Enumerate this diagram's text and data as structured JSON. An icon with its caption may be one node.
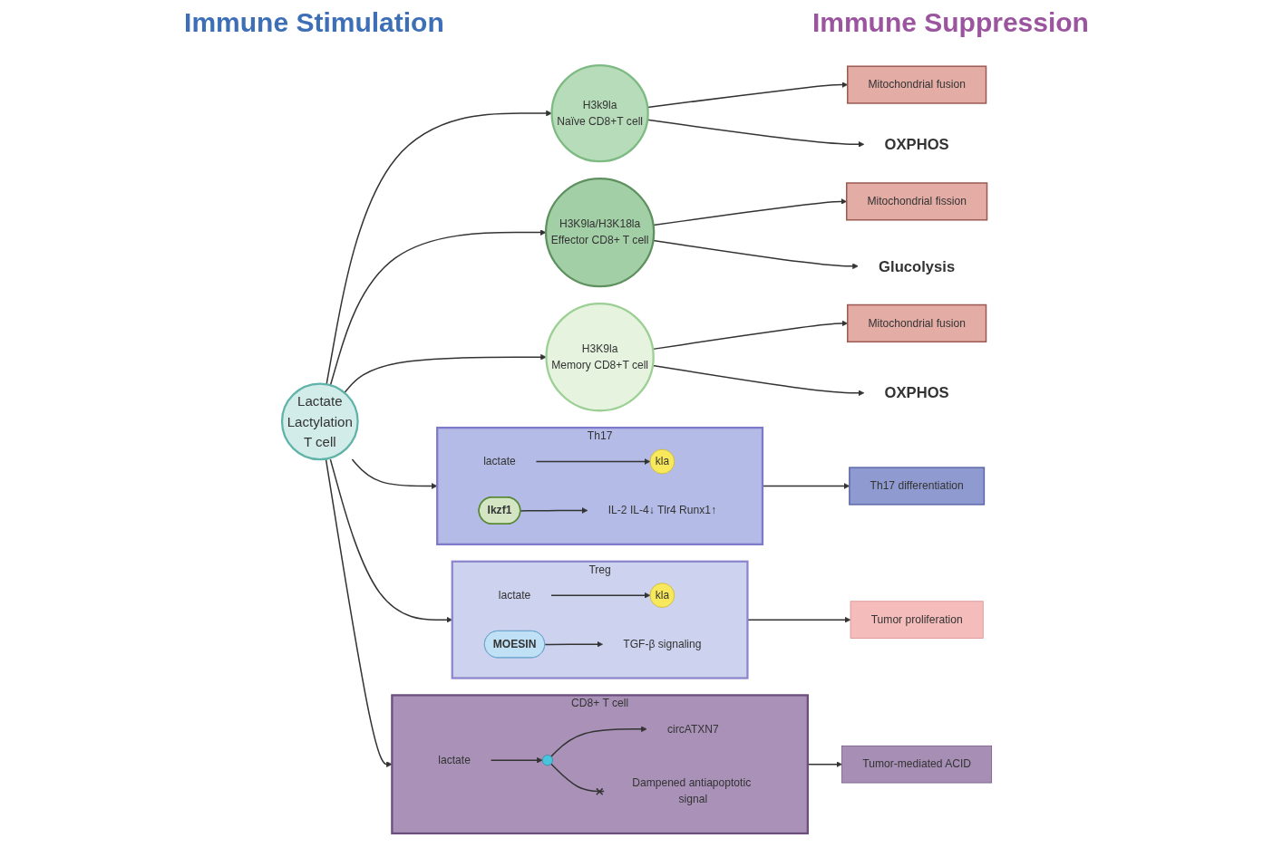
{
  "diagram": {
    "nodes": [
      {
        "text": [
          "Lactate",
          "Lactylation",
          "T cell"
        ]
      },
      {
        "text": [
          "H3k9la",
          "Naïve CD8+T cell"
        ]
      },
      {
        "text": [
          "Mitochondrial fusion"
        ]
      },
      {
        "text": [
          "OXPHOS"
        ]
      },
      {
        "text": [
          "H3K9la/H3K18la",
          "Effector CD8+ T cell"
        ]
      },
      {
        "text": [
          "Mitochondrial fission"
        ]
      },
      {
        "text": [
          "Glucolysis"
        ]
      },
      {
        "text": [
          "H3K9la",
          "Memory CD8+T cell"
        ]
      },
      {
        "text": [
          "Mitochondrial fusion"
        ]
      },
      {
        "text": [
          "OXPHOS"
        ]
      },
      {
        "text": [
          "Th17"
        ]
      },
      {
        "text": [
          "lactate"
        ],
        "in": 10
      },
      {
        "text": [
          "kla"
        ],
        "in": 10
      },
      {
        "text": [
          "Ikzf1"
        ],
        "in": 10
      },
      {
        "text": [
          "IL-2 IL-4↓ Tlr4 Runx1↑"
        ],
        "in": 10
      },
      {
        "text": [
          "Th17 differentiation"
        ]
      },
      {
        "text": [
          "Treg"
        ]
      },
      {
        "text": [
          "lactate"
        ],
        "in": 16
      },
      {
        "text": [
          "kla"
        ],
        "in": 16
      },
      {
        "text": [
          "MOESIN"
        ],
        "in": 16
      },
      {
        "text": [
          "TGF-β signaling"
        ],
        "in": 16
      },
      {
        "text": [
          "Tumor proliferation"
        ]
      },
      {
        "text": [
          "CD8+ T cell"
        ]
      },
      {
        "text": [
          "lactate"
        ],
        "in": 22
      },
      {
        "text": [],
        "shape": "circle",
        "in": 22
      },
      {
        "text": [
          "circATXN7"
        ],
        "in": 22
      },
      {
        "text": [
          "Dampened antiapoptotic signal"
        ],
        "in": 22
      },
      {
        "text": [
          "Tumor-mediated ACID"
        ]
      }
    ],
    "edges": [
      {
        "from": 0,
        "to": 1,
        "arrow": "to"
      },
      {
        "from": 0,
        "to": 4,
        "arrow": "to"
      },
      {
        "from": 0,
        "to": 7,
        "arrow": "to"
      },
      {
        "from": 0,
        "to": 10,
        "arrow": "to"
      },
      {
        "from": 0,
        "to": 16,
        "arrow": "to"
      },
      {
        "from": 0,
        "to": 22,
        "arrow": "to"
      },
      {
        "from": 1,
        "to": 2,
        "arrow": "to"
      },
      {
        "from": 1,
        "to": 3,
        "arrow": "to"
      },
      {
        "from": 4,
        "to": 5,
        "arrow": "to"
      },
      {
        "from": 4,
        "to": 6,
        "arrow": "to"
      },
      {
        "from": 7,
        "to": 8,
        "arrow": "to"
      },
      {
        "from": 7,
        "to": 9,
        "arrow": "to"
      },
      {
        "from": 11,
        "to": 12,
        "arrow": "to"
      },
      {
        "from": 13,
        "to": 14,
        "arrow": "to"
      },
      {
        "from": 10,
        "to": 15,
        "arrow": "to"
      },
      {
        "from": 17,
        "to": 18,
        "arrow": "to"
      },
      {
        "from": 19,
        "to": 20,
        "arrow": "to"
      },
      {
        "from": 16,
        "to": 21,
        "arrow": "to"
      },
      {
        "from": 23,
        "to": 24,
        "arrow": "to"
      },
      {
        "from": 24,
        "to": 25,
        "arrow": "to"
      },
      {
        "from": 24,
        "to": 26,
        "arrow": "other"
      },
      {
        "from": 22,
        "to": 27,
        "arrow": "to"
      }
    ],
    "labels": [
      "Immune Stimulation",
      "Immune Suppression"
    ]
  }
}
